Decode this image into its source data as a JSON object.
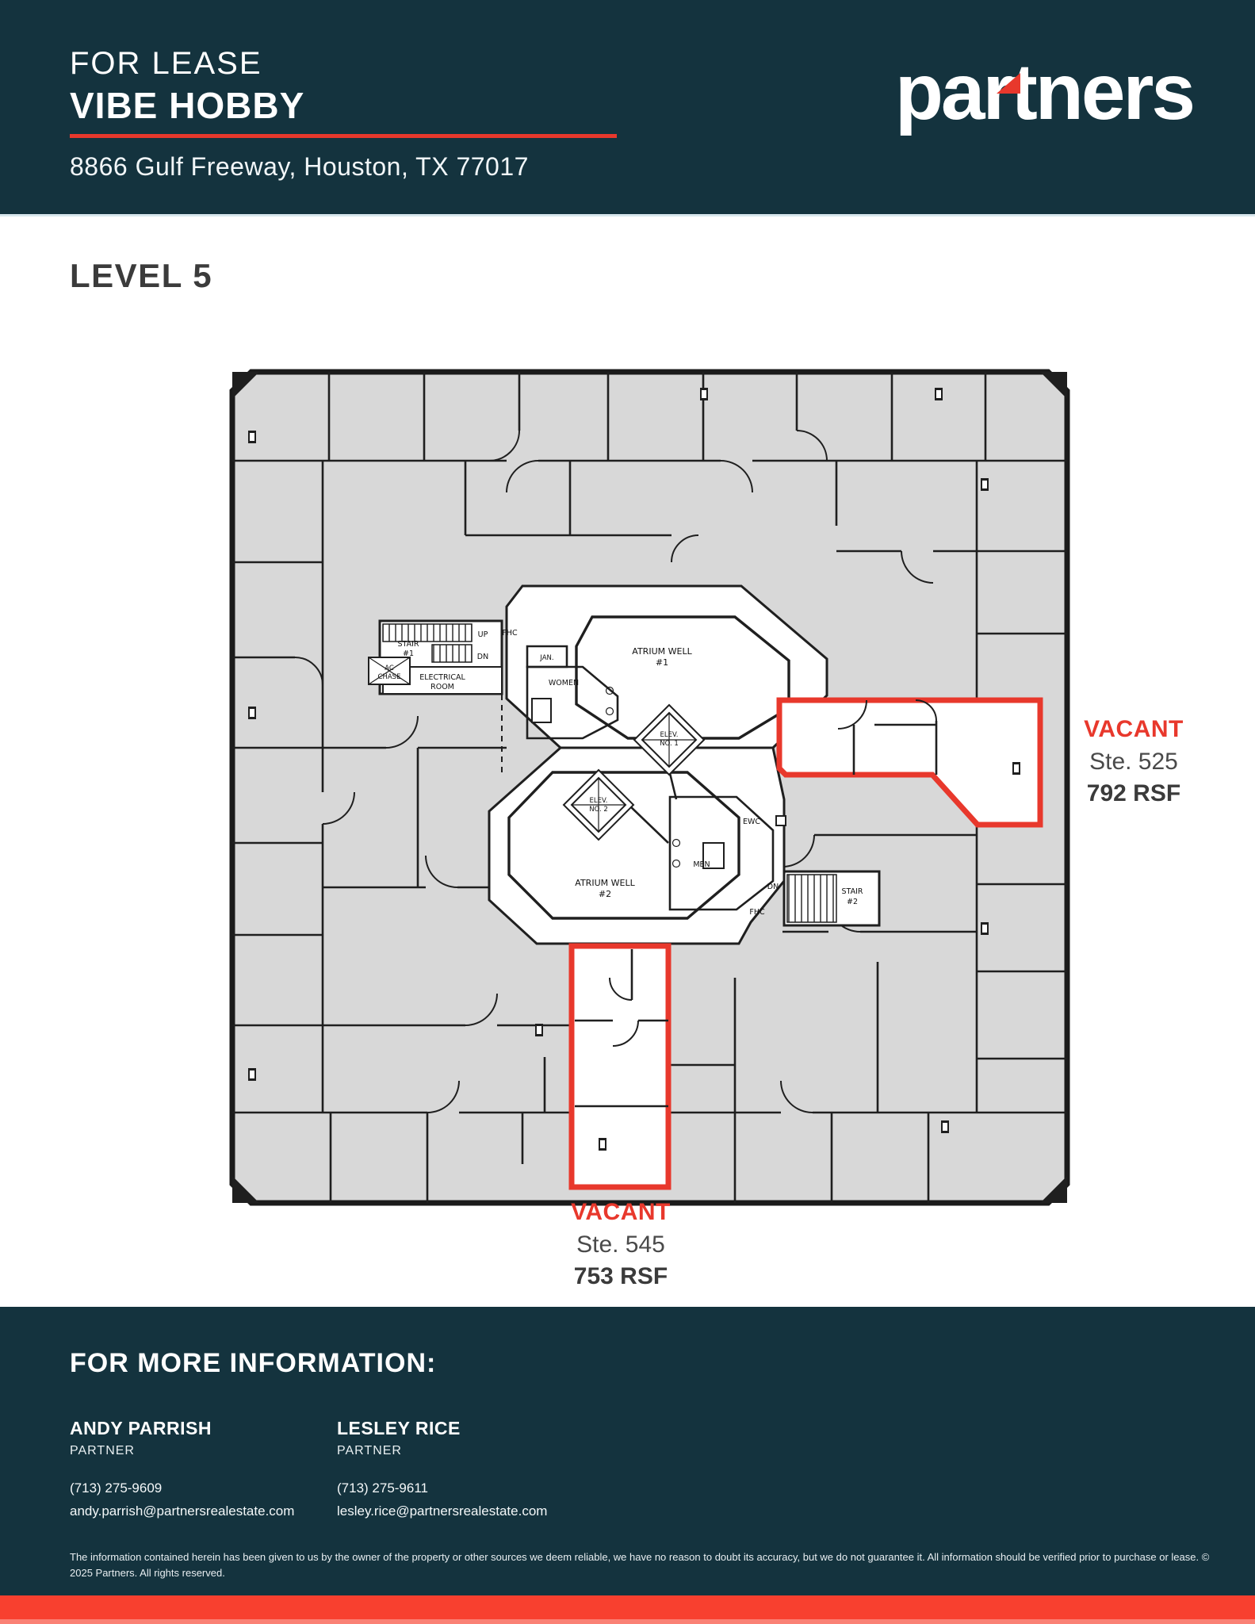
{
  "header": {
    "for_lease": "FOR LEASE",
    "property": "VIBE HOBBY",
    "address": "8866 Gulf Freeway, Houston, TX 77017",
    "logo": "partners"
  },
  "level_title": "LEVEL 5",
  "floorplan": {
    "labels": {
      "stair1_1": "STAIR",
      "stair1_2": "#1",
      "up": "UP",
      "fhc": "FHC",
      "dn": "DN",
      "ac_1": "AC",
      "ac_2": "CHASE",
      "elec_1": "ELECTRICAL",
      "elec_2": "ROOM",
      "jan": "JAN.",
      "women": "WOMEN",
      "atrium1_1": "ATRIUM WELL",
      "atrium1_2": "#1",
      "elev_1": "ELEV.",
      "elev1_2": "NO. 1",
      "elev2_2": "NO. 2",
      "ewc": "EWC",
      "men": "MEN",
      "atrium2_1": "ATRIUM WELL",
      "atrium2_2": "#2",
      "stair2_1": "STAIR",
      "stair2_2": "#2"
    },
    "suites": [
      {
        "status": "VACANT",
        "suite": "Ste. 525",
        "rsf": "792 RSF"
      },
      {
        "status": "VACANT",
        "suite": "Ste. 545",
        "rsf": "753 RSF"
      }
    ]
  },
  "footer": {
    "heading": "FOR MORE INFORMATION:",
    "contacts": [
      {
        "name": "ANDY PARRISH",
        "title": "PARTNER",
        "phone": "(713) 275-9609",
        "email": "andy.parrish@partnersrealestate.com"
      },
      {
        "name": "LESLEY RICE",
        "title": "PARTNER",
        "phone": "(713) 275-9611",
        "email": "lesley.rice@partnersrealestate.com"
      }
    ],
    "disclaimer": "The information contained herein has been given to us by the owner of the property or other sources we deem reliable, we have no reason to doubt its accuracy, but we do not guarantee it. All information should be verified prior to purchase or lease. © 2025 Partners. All rights reserved."
  }
}
